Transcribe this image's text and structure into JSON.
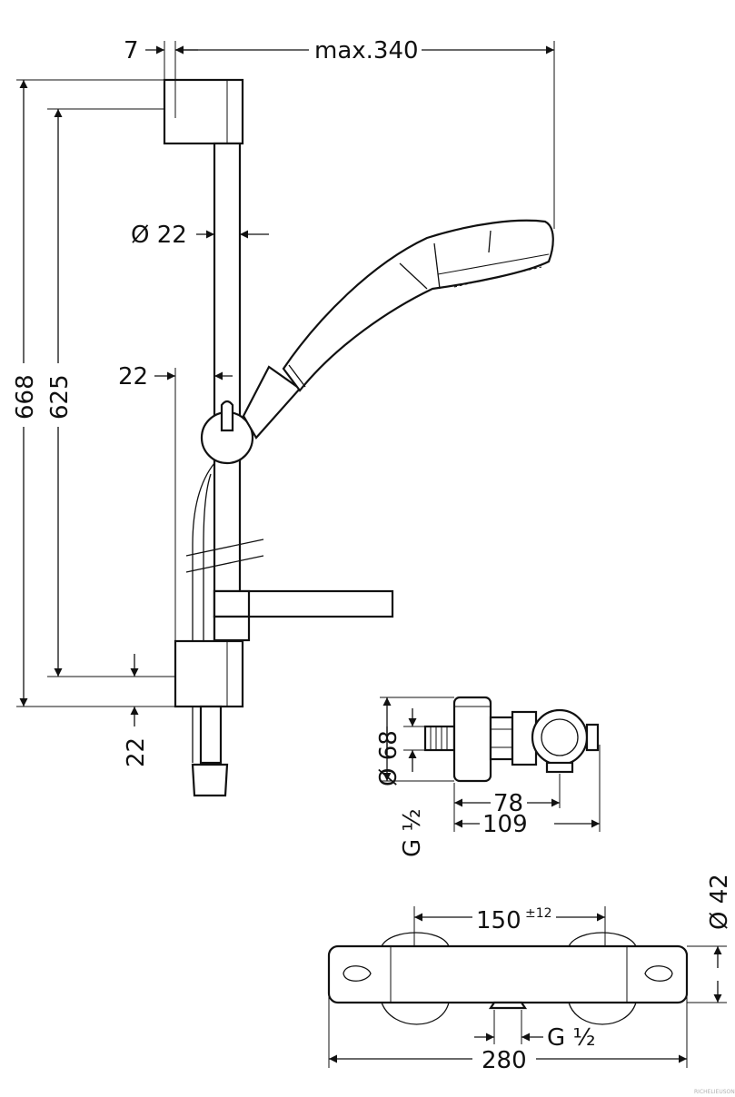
{
  "dimensions": {
    "d7": "7",
    "max340": "max.340",
    "d668": "668",
    "d625": "625",
    "dia22": "Ø 22",
    "d22_upper": "22",
    "d22_lower": "22",
    "dia68": "Ø 68",
    "g_half_left": "G ½",
    "d78": "78",
    "d109": "109",
    "dia42": "Ø 42",
    "d150": "150",
    "tol12": "±12",
    "g_half_bottom": "G ½",
    "d280": "280"
  },
  "watermark": "RICHELIEUSON"
}
